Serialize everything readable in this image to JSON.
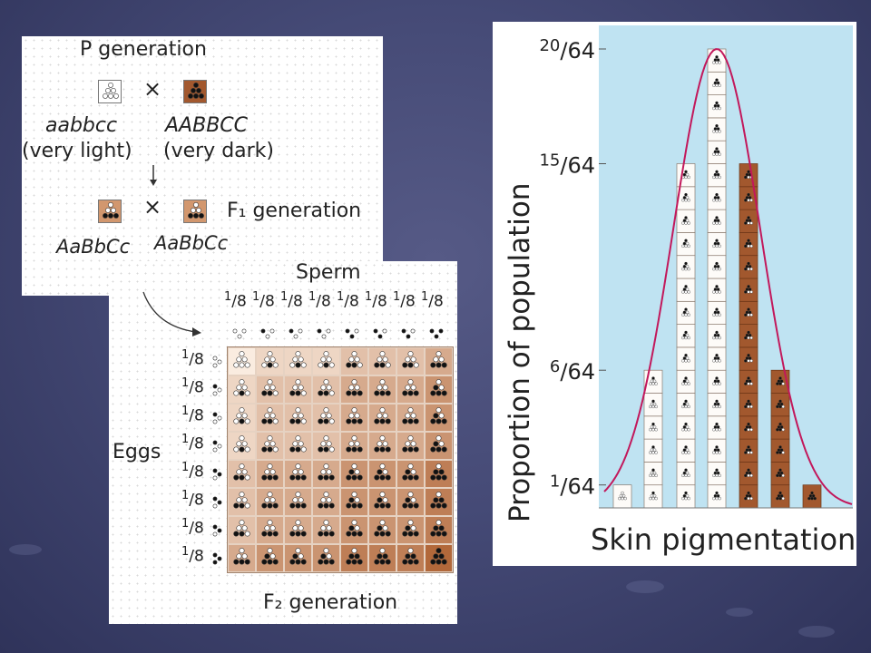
{
  "top_panel": {
    "p_generation": "P generation",
    "cross_symbol": "×",
    "parent_light_genotype": "aabbcc",
    "parent_light_phenotype": "(very light)",
    "parent_dark_genotype": "AABBCC",
    "parent_dark_phenotype": "(very dark)",
    "f1_generation": "F₁ generation",
    "f1_genotype": "AaBbCc"
  },
  "punnett": {
    "sperm_label": "Sperm",
    "eggs_label": "Eggs",
    "f2_label": "F₂ generation",
    "gamete_fraction_num": "1",
    "gamete_fraction_den": "8",
    "gamete_dark_alleles": [
      0,
      1,
      1,
      1,
      2,
      2,
      2,
      3
    ],
    "egg_dark_alleles": [
      0,
      1,
      1,
      1,
      2,
      2,
      2,
      3
    ]
  },
  "chart_data": {
    "type": "bar",
    "xlabel": "Skin pigmentation",
    "ylabel": "Proportion of population",
    "ytick_labels": [
      "20/64",
      "15/64",
      "6/64",
      "1/64"
    ],
    "categories_dark_alleles": [
      0,
      1,
      2,
      3,
      4,
      5,
      6
    ],
    "values": [
      1,
      6,
      15,
      20,
      15,
      6,
      1
    ],
    "denominator": 64,
    "ylim": [
      0,
      20
    ],
    "curve": "normal",
    "colors": {
      "background": "#bfe3f2",
      "curve": "#c2185b",
      "light_box": "#ffffff",
      "dark_box": "#a2582e"
    }
  }
}
